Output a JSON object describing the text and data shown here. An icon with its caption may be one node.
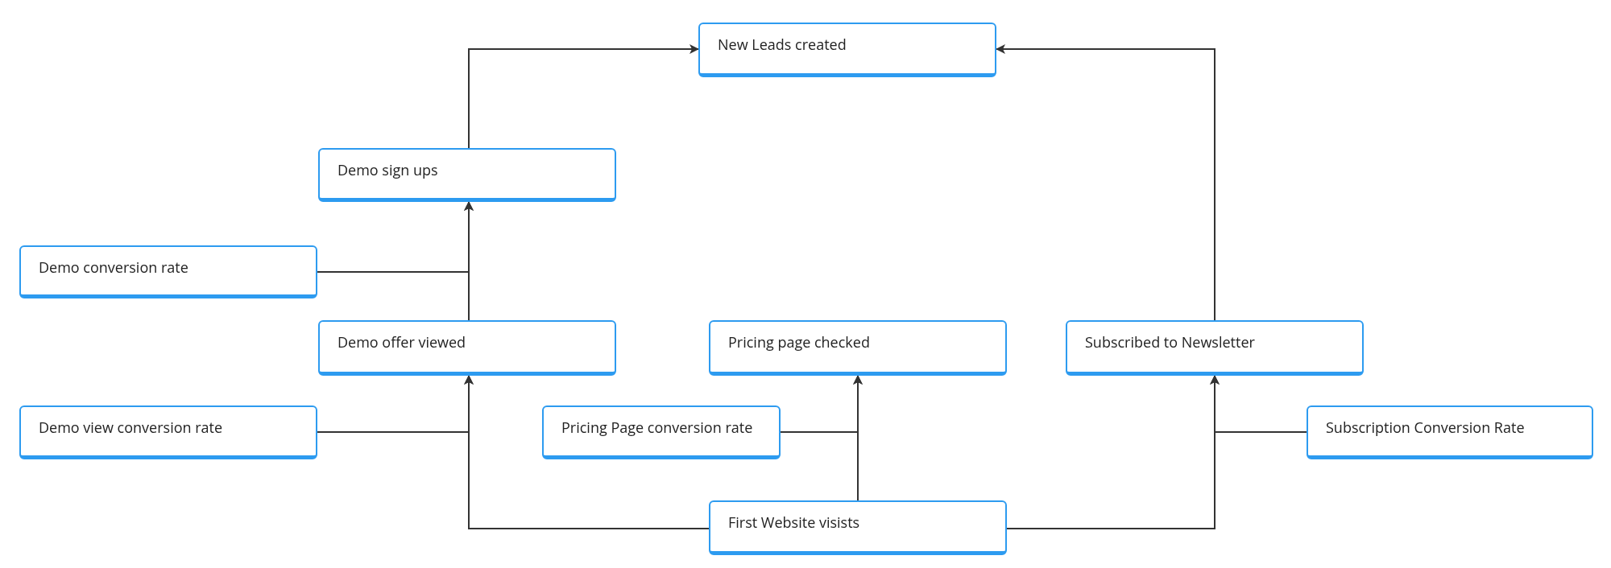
{
  "diagram": {
    "nodes": [
      {
        "text": [
          "New Leads created"
        ]
      },
      {
        "text": [
          "Demo sign ups"
        ]
      },
      {
        "text": [
          "Demo conversion rate"
        ]
      },
      {
        "text": [
          "Demo offer viewed"
        ]
      },
      {
        "text": [
          "Pricing page checked"
        ]
      },
      {
        "text": [
          "Subscribed to Newsletter"
        ]
      },
      {
        "text": [
          "Demo view conversion rate"
        ]
      },
      {
        "text": [
          "Pricing Page conversion rate"
        ]
      },
      {
        "text": [
          "Subscription Conversion Rate"
        ]
      },
      {
        "text": [
          "First Website visists"
        ]
      }
    ],
    "edges": [
      {
        "from": 1,
        "to": 0,
        "arrow": "to"
      },
      {
        "from": 5,
        "to": 0,
        "arrow": "to"
      },
      {
        "from": 3,
        "to": 1,
        "arrow": "to"
      },
      {
        "from": 2,
        "to": 1,
        "arrow": "to"
      },
      {
        "from": 9,
        "to": 3,
        "arrow": "to"
      },
      {
        "from": 6,
        "to": 3,
        "arrow": "to"
      },
      {
        "from": 9,
        "to": 4,
        "arrow": "to"
      },
      {
        "from": 7,
        "to": 4,
        "arrow": "to"
      },
      {
        "from": 9,
        "to": 5,
        "arrow": "to"
      },
      {
        "from": 8,
        "to": 5,
        "arrow": "to"
      }
    ]
  }
}
